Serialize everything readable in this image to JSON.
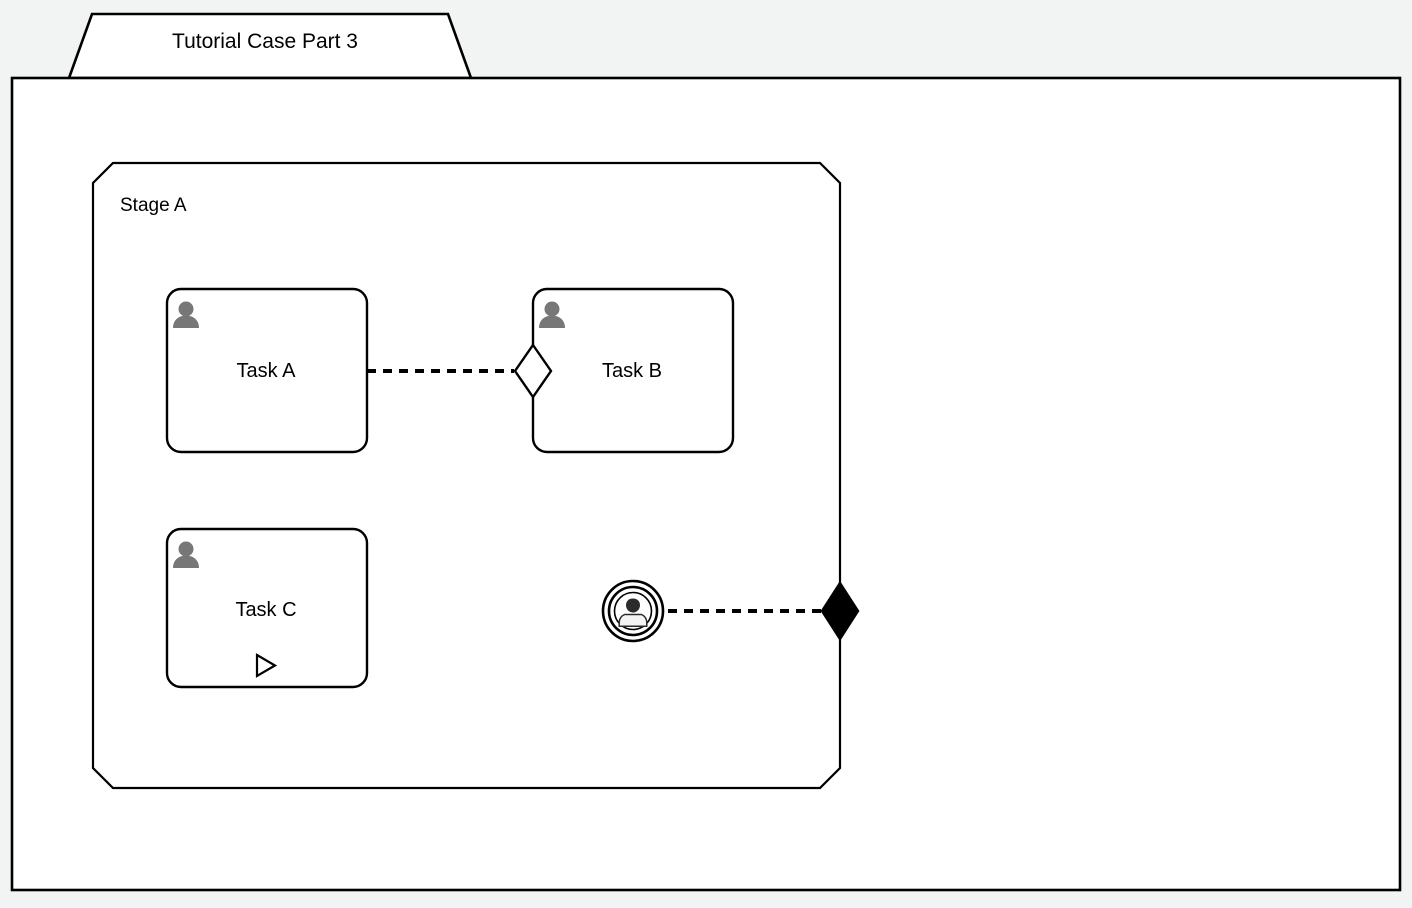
{
  "diagram": {
    "notation": "CMMN",
    "background_color": "#f2f4f3",
    "surface_color": "#ffffff",
    "stroke_color": "#000000",
    "icon_gray": "#777777",
    "case": {
      "title": "Tutorial Case Part 3",
      "tab_shape": "trapezoid",
      "plan_model_name": "case-plan-model"
    },
    "stage": {
      "label": "Stage A",
      "shape": "beveled-rectangle"
    },
    "tasks": [
      {
        "id": "task-a",
        "label": "Task A",
        "type": "human-task",
        "icon": "person-icon",
        "markers": []
      },
      {
        "id": "task-b",
        "label": "Task B",
        "type": "human-task",
        "icon": "person-icon",
        "markers": [
          "entry-criterion"
        ]
      },
      {
        "id": "task-c",
        "label": "Task C",
        "type": "human-task",
        "icon": "person-icon",
        "markers": [
          "manual-activation-play-icon"
        ]
      }
    ],
    "criteria": [
      {
        "id": "entry-criterion-task-b",
        "kind": "entry-criterion",
        "fill": "#ffffff",
        "attached_to": "task-b"
      },
      {
        "id": "exit-criterion-stage-a",
        "kind": "exit-criterion",
        "fill": "#000000",
        "attached_to": "stage-a"
      }
    ],
    "event_listeners": [
      {
        "id": "user-event-listener",
        "type": "user-event-listener",
        "icon": "user-event-listener-icon",
        "label": ""
      }
    ],
    "connectors": [
      {
        "id": "connector-task-a-to-entry-criterion",
        "from": "task-a",
        "to": "entry-criterion-task-b",
        "style": "dashed"
      },
      {
        "id": "connector-user-event-to-exit-criterion",
        "from": "user-event-listener",
        "to": "exit-criterion-stage-a",
        "style": "dashed"
      }
    ]
  }
}
